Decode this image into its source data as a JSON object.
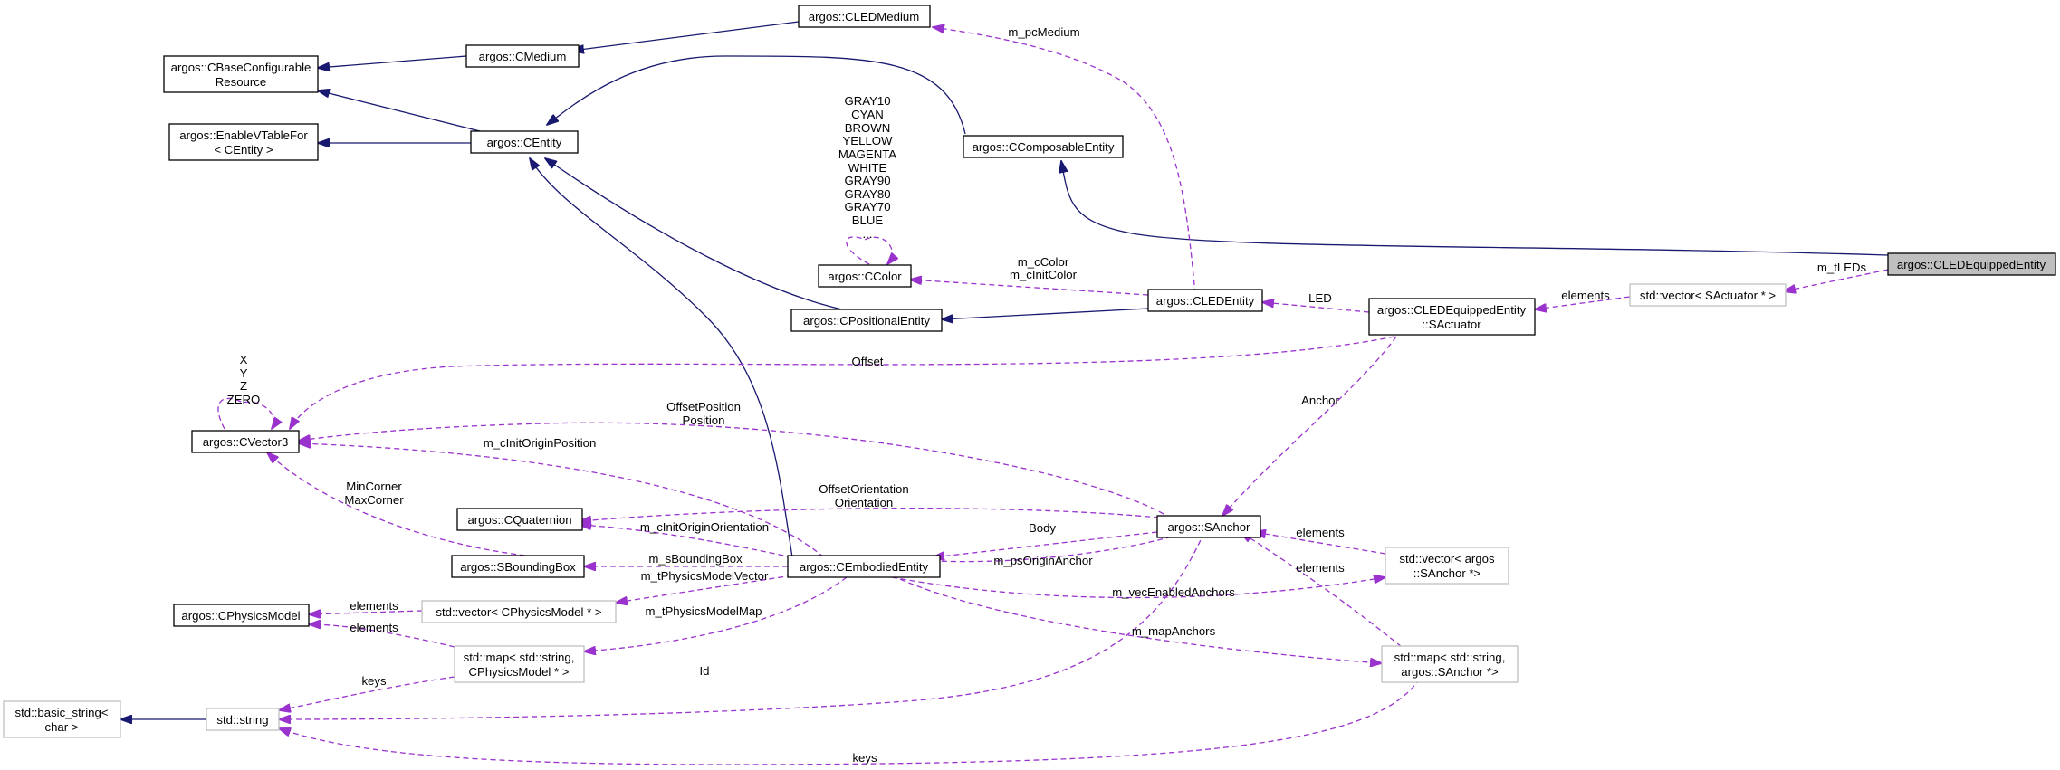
{
  "diagram": {
    "colors": {
      "inheritance_edge": "#191970",
      "usage_edge": "#9a32cd",
      "focus_fill": "#bfbfbf",
      "external_border": "#bfbfbf"
    },
    "nodes": {
      "cledequippedentity": [
        "argos::CLEDEquippedEntity"
      ],
      "cledmedium": [
        "argos::CLEDMedium"
      ],
      "cmedium": [
        "argos::CMedium"
      ],
      "cbaseconfigurableresource": [
        "argos::CBaseConfigurable",
        "Resource"
      ],
      "enablevtablefor": [
        "argos::EnableVTableFor",
        "< CEntity >"
      ],
      "centity": [
        "argos::CEntity"
      ],
      "ccomposableentity": [
        "argos::CComposableEntity"
      ],
      "ccolor": [
        "argos::CColor"
      ],
      "cpositionalentity": [
        "argos::CPositionalEntity"
      ],
      "cledentity": [
        "argos::CLEDEntity"
      ],
      "sactuator": [
        "argos::CLEDEquippedEntity",
        "::SActuator"
      ],
      "vector_sactuator": [
        "std::vector< SActuator * >"
      ],
      "cvector3": [
        "argos::CVector3"
      ],
      "cquaternion": [
        "argos::CQuaternion"
      ],
      "sboundingbox": [
        "argos::SBoundingBox"
      ],
      "cembodiedentity": [
        "argos::CEmbodiedEntity"
      ],
      "sanchor": [
        "argos::SAnchor"
      ],
      "vector_sanchor": [
        "std::vector< argos",
        "::SAnchor *>"
      ],
      "cphysicsmodel": [
        "argos::CPhysicsModel"
      ],
      "vector_cphysicsmodel": [
        "std::vector< CPhysicsModel * >"
      ],
      "map_cphysicsmodel": [
        "std::map< std::string,",
        "CPhysicsModel * >"
      ],
      "map_sanchor": [
        "std::map< std::string,",
        "argos::SAnchor *>"
      ],
      "basic_string": [
        "std::basic_string<",
        "char >"
      ],
      "std_string": [
        "std::string"
      ]
    },
    "edge_labels": {
      "m_tleds": [
        "m_tLEDs"
      ],
      "m_pcmedium": [
        "m_pcMedium"
      ],
      "color_constants": [
        "GRAY10",
        "CYAN",
        "BROWN",
        "YELLOW",
        "MAGENTA",
        "WHITE",
        "GRAY90",
        "GRAY80",
        "GRAY70",
        "BLUE",
        "..."
      ],
      "m_ccolor": [
        "m_cColor",
        "m_cInitColor"
      ],
      "led": [
        "LED"
      ],
      "elements_sactuator": [
        "elements"
      ],
      "offset": [
        "Offset"
      ],
      "vector_constants": [
        "X",
        "Y",
        "Z",
        "ZERO"
      ],
      "offset_position": [
        "OffsetPosition",
        "Position"
      ],
      "m_cinitoriginposition": [
        "m_cInitOriginPosition"
      ],
      "anchor": [
        "Anchor"
      ],
      "minmax_corner": [
        "MinCorner",
        "MaxCorner"
      ],
      "offset_orientation": [
        "OffsetOrientation",
        "Orientation"
      ],
      "body": [
        "Body"
      ],
      "elements_sanchor_vec": [
        "elements"
      ],
      "m_cinitoriginorientation": [
        "m_cInitOriginOrientation"
      ],
      "m_sboundingbox": [
        "m_sBoundingBox"
      ],
      "m_tphysicsmodelvector": [
        "m_tPhysicsModelVector"
      ],
      "m_psoriginanchor": [
        "m_psOriginAnchor"
      ],
      "elements_sanchor_map": [
        "elements"
      ],
      "elements_cphysicsmodel_vec": [
        "elements"
      ],
      "elements_cphysicsmodel_map": [
        "elements"
      ],
      "m_vecenabledanchors": [
        "m_vecEnabledAnchors"
      ],
      "m_tphysicsmodelmap": [
        "m_tPhysicsModelMap"
      ],
      "m_mapanchors": [
        "m_mapAnchors"
      ],
      "keys_cphysicsmodel": [
        "keys"
      ],
      "id": [
        "Id"
      ],
      "keys_sanchor": [
        "keys"
      ]
    }
  }
}
